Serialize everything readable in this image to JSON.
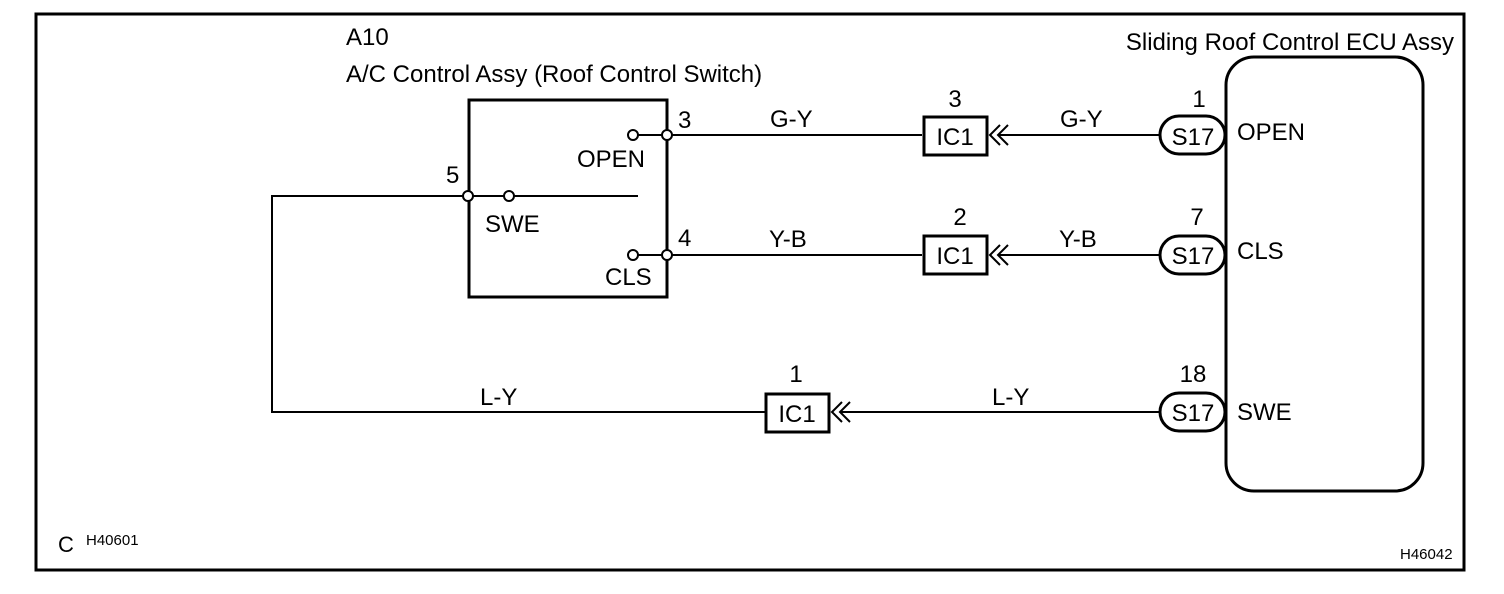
{
  "switch_assy": {
    "code": "A10",
    "name": "A/C Control Assy (Roof Control Switch)",
    "terminals": {
      "open_pin": "3",
      "cls_pin": "4",
      "swe_pin": "5",
      "open_label": "OPEN",
      "cls_label": "CLS",
      "swe_label": "SWE"
    }
  },
  "ecu": {
    "name": "Sliding Roof Control ECU Assy",
    "open_label": "OPEN",
    "cls_label": "CLS",
    "swe_label": "SWE"
  },
  "circuits": [
    {
      "wire_left": "G-Y",
      "connector": "IC1",
      "connector_pin": "3",
      "wire_right": "G-Y",
      "ecu_connector": "S17",
      "ecu_pin": "1"
    },
    {
      "wire_left": "Y-B",
      "connector": "IC1",
      "connector_pin": "2",
      "wire_right": "Y-B",
      "ecu_connector": "S17",
      "ecu_pin": "7"
    },
    {
      "wire_left": "L-Y",
      "connector": "IC1",
      "connector_pin": "1",
      "wire_right": "L-Y",
      "ecu_connector": "S17",
      "ecu_pin": "18"
    }
  ],
  "footer": {
    "left_letter": "C",
    "left_code": "H40601",
    "right_code": "H46042"
  }
}
